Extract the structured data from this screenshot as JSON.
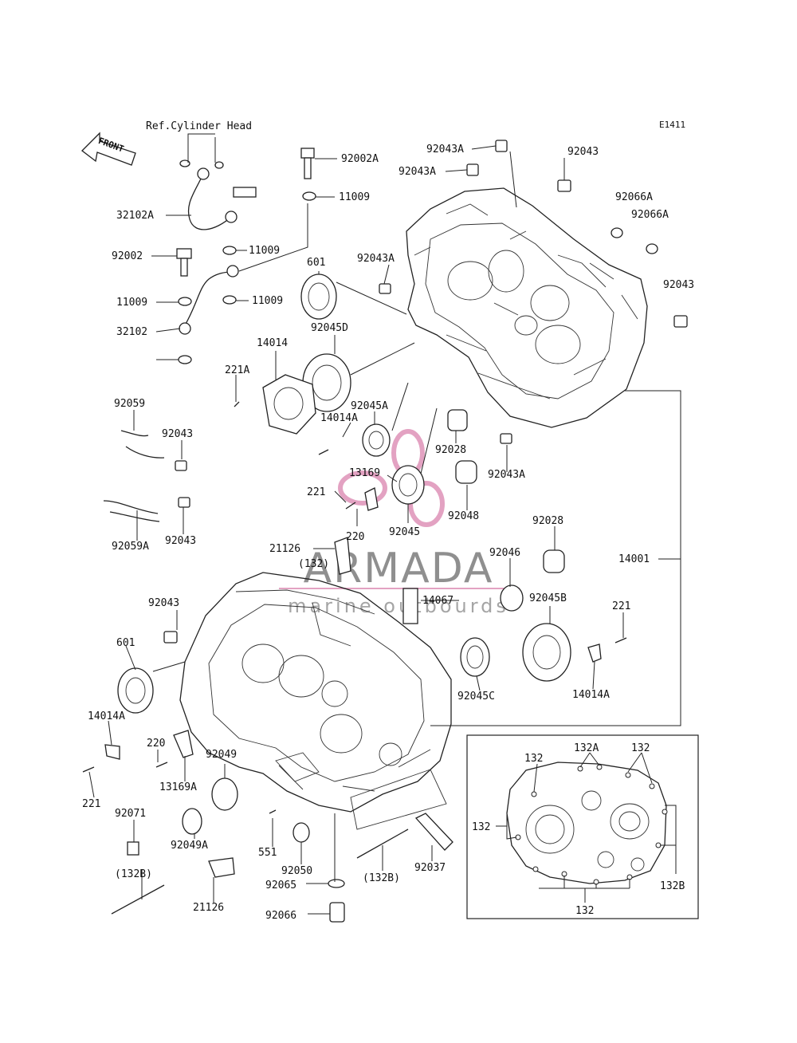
{
  "diagram": {
    "code": "E1411",
    "ref_note": "Ref.Cylinder Head",
    "front_label": "FRONT",
    "watermark": {
      "brand": "ARMADA",
      "tagline": "marine outbourds",
      "accent_color": "#e3a2c2"
    },
    "part_labels": [
      "92043A",
      "92043",
      "92002A",
      "92043A",
      "11009",
      "92066A",
      "92066A",
      "32102A",
      "92002",
      "11009",
      "601",
      "92043A",
      "92043",
      "11009",
      "32102",
      "11009",
      "14014",
      "92045D",
      "221A",
      "92045A",
      "14014A",
      "92059",
      "92043",
      "92028",
      "92043A",
      "13169",
      "221",
      "92048",
      "92045",
      "220",
      "92059A",
      "92043",
      "92028",
      "21126",
      "(132)",
      "92046",
      "14001",
      "14067",
      "92045B",
      "92043",
      "221",
      "601",
      "92045C",
      "14014A",
      "14014A",
      "220",
      "92049",
      "13169A",
      "221",
      "92071",
      "92049A",
      "551",
      "92050",
      "92037",
      "(132B)",
      "92065",
      "(132B)",
      "21126",
      "92066",
      "132",
      "132A",
      "132",
      "132",
      "132B",
      "132"
    ]
  }
}
